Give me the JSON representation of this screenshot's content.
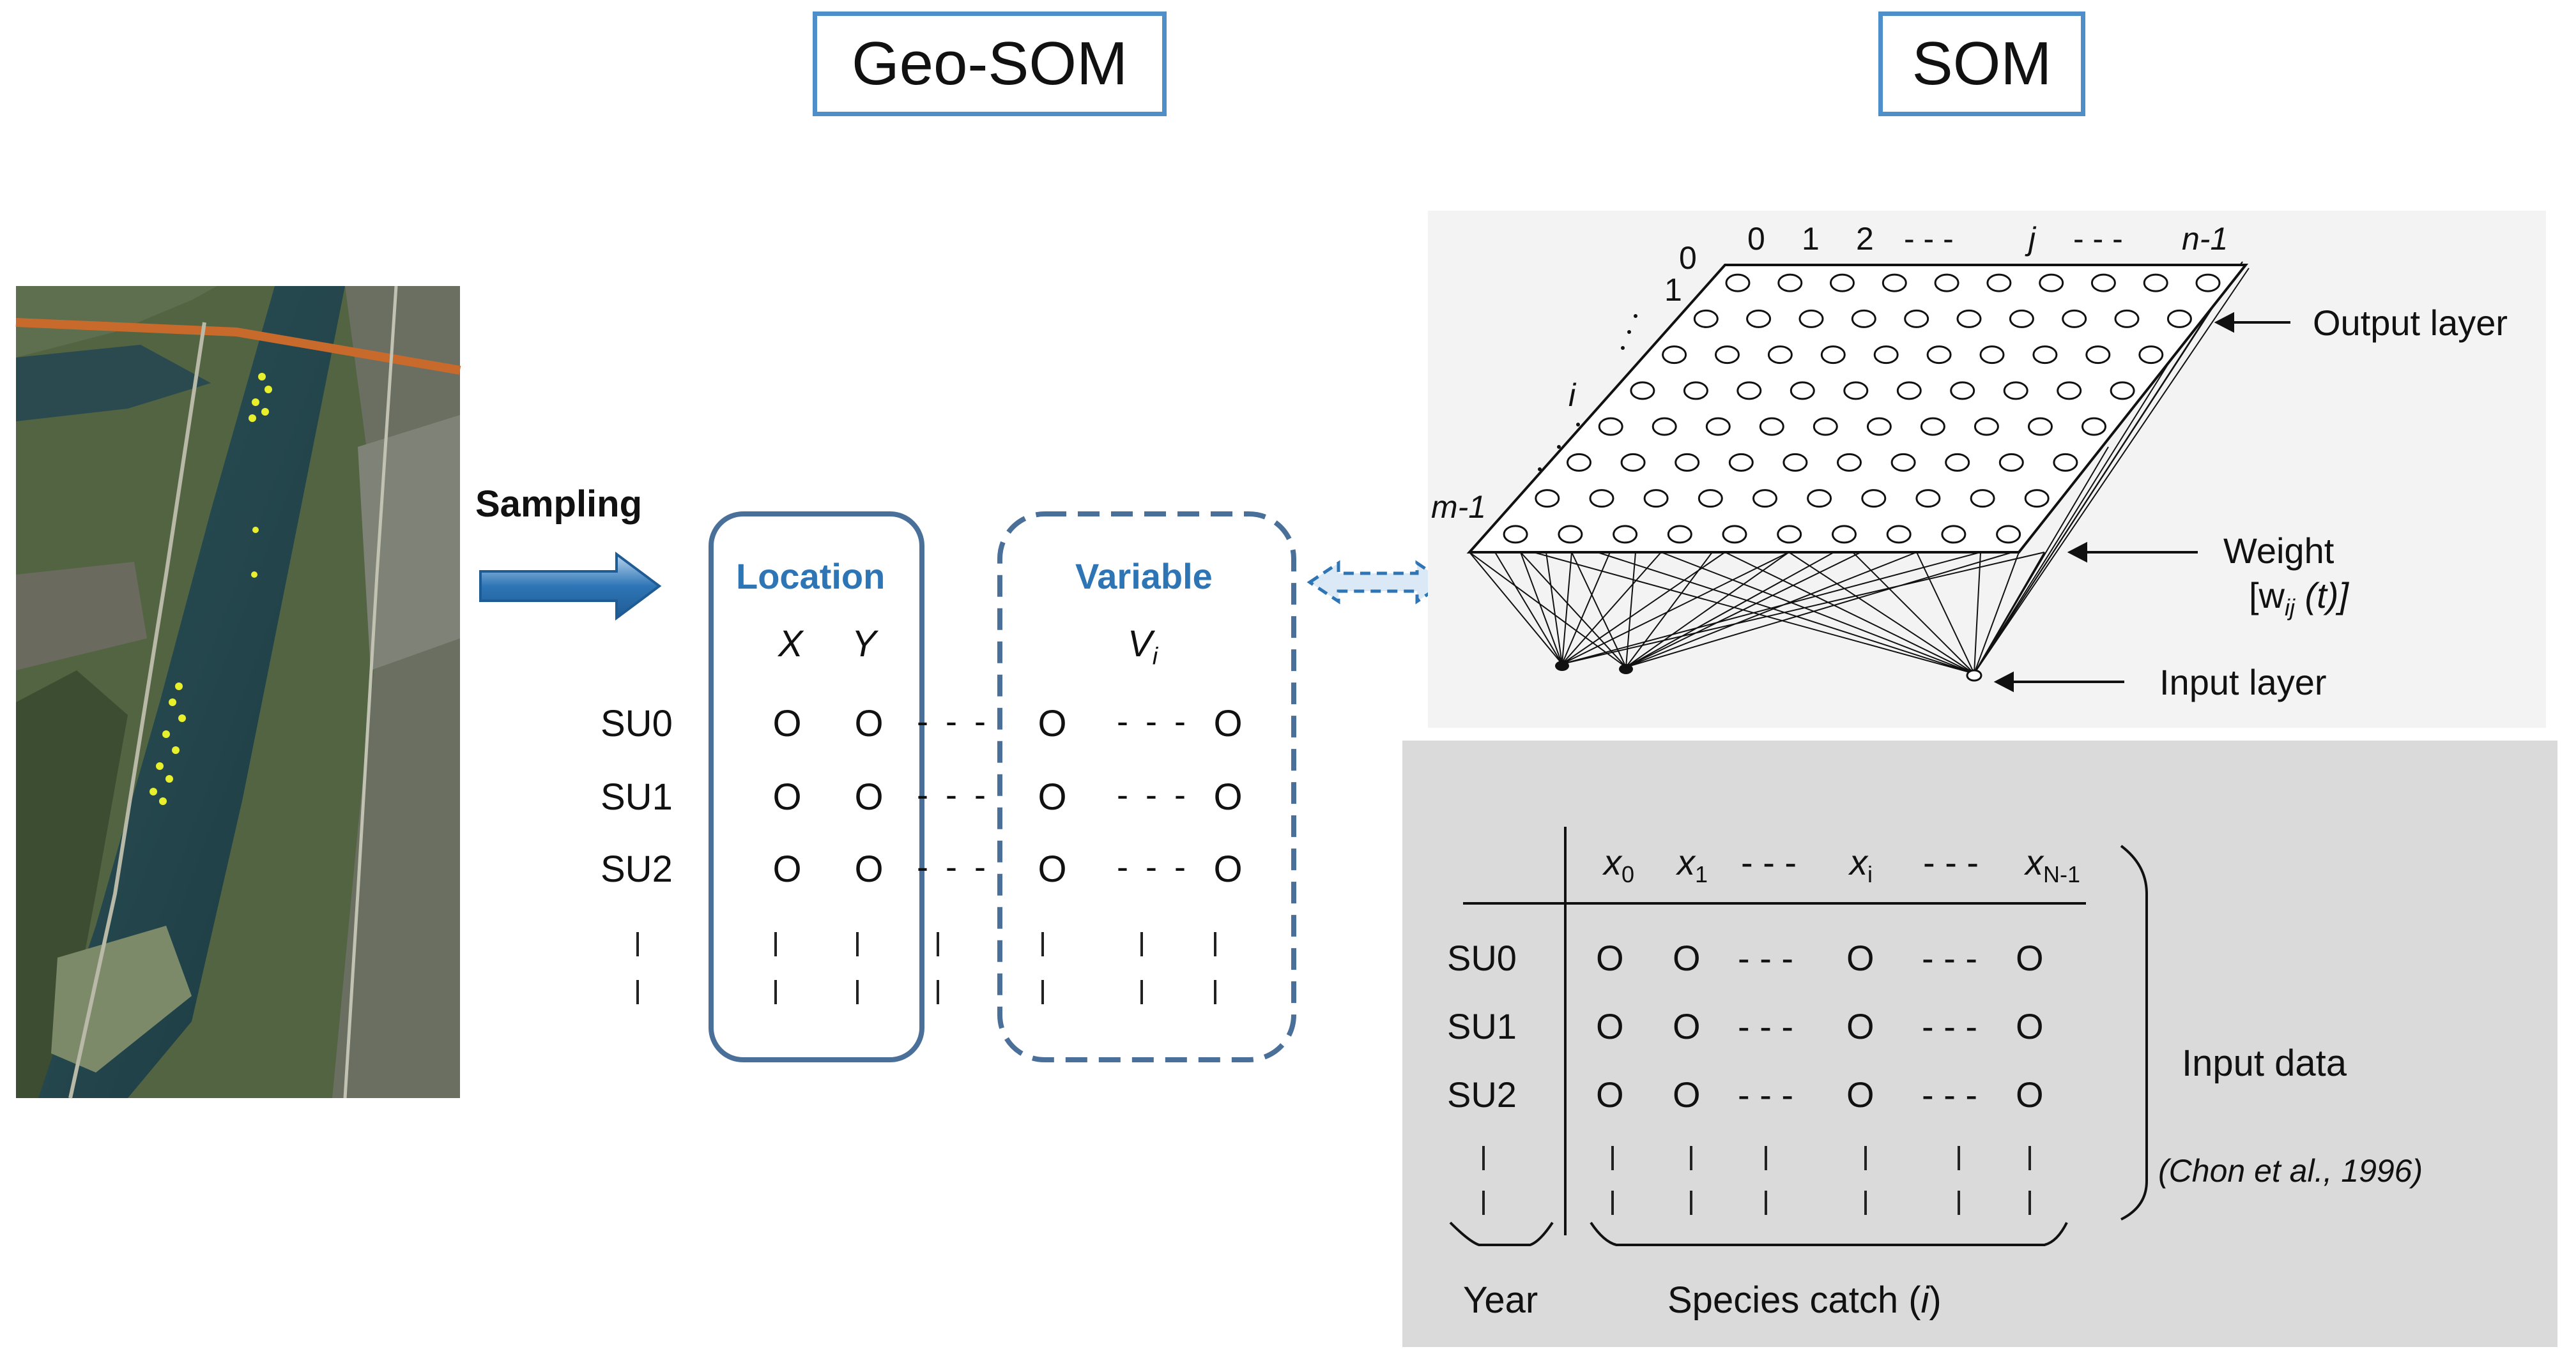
{
  "titles": {
    "geo_som": "Geo-SOM",
    "som": "SOM"
  },
  "sampling": {
    "label": "Sampling"
  },
  "location": {
    "title": "Location",
    "x": "X",
    "y": "Y"
  },
  "variable": {
    "title": "Variable",
    "v": "V",
    "v_sub": "i"
  },
  "rows": [
    "SU0",
    "SU1",
    "SU2"
  ],
  "node_symbol": "O",
  "dashes": "- - -",
  "network": {
    "top_indices": [
      "0",
      "1",
      "2",
      "- - -",
      "j",
      "- - -",
      "n-1"
    ],
    "side_indices": [
      "0",
      "1",
      "i",
      "m-1"
    ],
    "output_layer": "Output layer",
    "weight": "Weight",
    "weight_formula": "[w",
    "weight_sub": "ij",
    "weight_tail": " (t)]",
    "input_layer": "Input layer"
  },
  "input_table": {
    "columns": [
      {
        "base": "x",
        "sub": "0"
      },
      {
        "base": "x",
        "sub": "1"
      },
      {
        "base": "x",
        "sub": "i"
      },
      {
        "base": "x",
        "sub": "N-1"
      }
    ],
    "rows": [
      "SU0",
      "SU1",
      "SU2"
    ],
    "year_label": "Year",
    "species_label": "Species catch (",
    "species_i": "i",
    "species_close": ")",
    "input_data_label": "Input data",
    "citation": "(Chon et al., 1996)"
  },
  "colors": {
    "accent": "#2e75b6",
    "box_border": "#4f8fc9",
    "panel": "#dadada",
    "river": "#24464d"
  }
}
